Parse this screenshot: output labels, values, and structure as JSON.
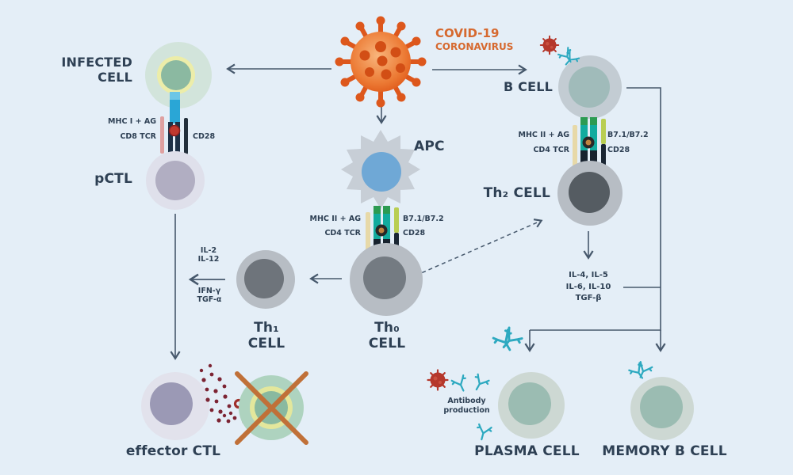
{
  "colors": {
    "background": "#e4eef7",
    "text_navy": "#2e4054",
    "accent_orange": "#d6692f",
    "virus_orange": "#dd571c",
    "virus_red": "#b5372b",
    "antibody_teal": "#2da9c0",
    "arrow": "#46586c",
    "cross_out_orange": "#c07038"
  },
  "virus": {
    "title_line1": "COVID-19",
    "title_line2": "CORONAVIRUS"
  },
  "cells": {
    "infected": {
      "label_line1": "INFECTED",
      "label_line2": "CELL"
    },
    "pctl": {
      "label": "pCTL"
    },
    "apc": {
      "label": "APC"
    },
    "b_cell": {
      "label": "B CELL"
    },
    "th0": {
      "label": "Th₀ CELL"
    },
    "th1": {
      "label": "Th₁ CELL"
    },
    "th2": {
      "label": "Th₂ CELL"
    },
    "effector_ctl": {
      "label": "effector CTL"
    },
    "plasma": {
      "label": "PLASMA CELL"
    },
    "memory": {
      "label": "MEMORY B CELL"
    }
  },
  "receptors": {
    "infected_pctl": {
      "row1_left": "MHC I + AG",
      "row2_left": "CD8 TCR",
      "row2_right": "CD28"
    },
    "apc_th0": {
      "row1_left": "MHC II + AG",
      "row2_left": "CD4 TCR",
      "row1_right": "B7.1/B7.2",
      "row2_right": "CD28"
    },
    "bcell_th2": {
      "row1_left": "MHC II + AG",
      "row2_left": "CD4 TCR",
      "row1_right": "B7.1/B7.2",
      "row2_right": "CD28"
    }
  },
  "cytokines": {
    "th1_above_line1": "IL-2",
    "th1_above_line2": "IL-12",
    "th1_below_line1": "IFN-γ",
    "th1_below_line2": "TGF-α",
    "th2_line1": "IL-4, IL-5",
    "th2_line2": "IL-6, IL-10",
    "th2_line3": "TGF-β"
  },
  "annotations": {
    "antibody_line1": "Antibody",
    "antibody_line2": "production"
  }
}
